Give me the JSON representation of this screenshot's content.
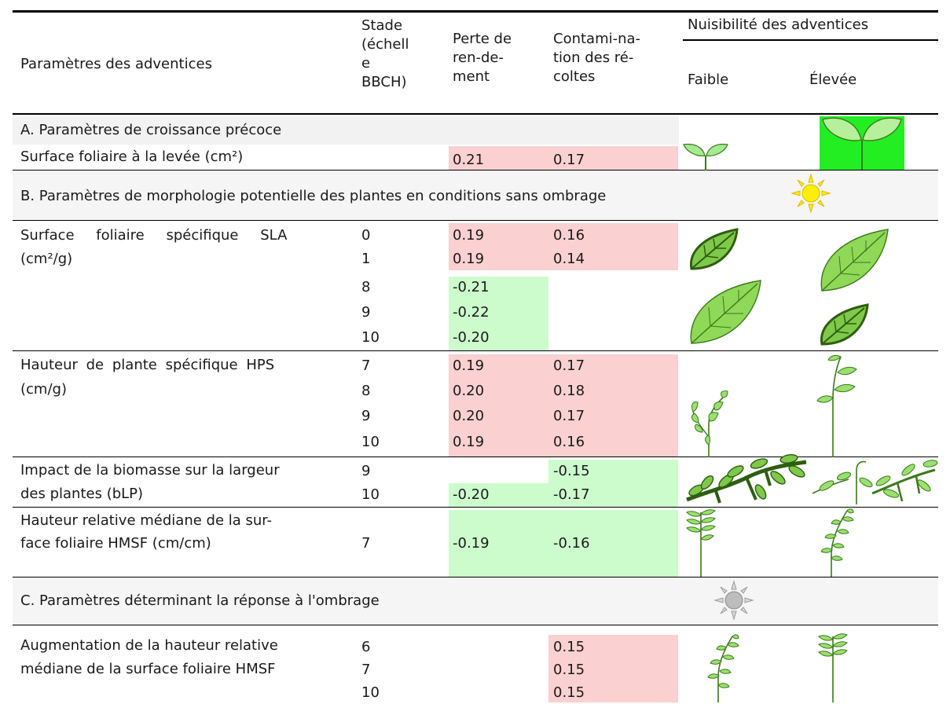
{
  "header": {
    "param_col": "Paramètres des adventices",
    "stage_col": [
      "Stade",
      "(échell",
      "e",
      "BBCH)"
    ],
    "yield_col": [
      "Perte de",
      "ren-de-",
      "ment"
    ],
    "contam_col": [
      "Contami-na-",
      "tion des ré-",
      "coltes"
    ],
    "harm_group": "Nuisibilité des adventices",
    "low": "Faible",
    "high": "Élevée"
  },
  "sectionA": {
    "title": "A. Paramètres de croissance précoce",
    "row": {
      "label": "Surface foliaire à la levée (cm²)",
      "yield": "0.21",
      "contam": "0.17"
    }
  },
  "sectionB": {
    "title": "B. Paramètres de morphologie potentielle des plantes en conditions sans ombrage",
    "sla": {
      "label1": "Surface foliaire spécifique SLA",
      "label2": "(cm²/g)",
      "rows": [
        {
          "stage": "0",
          "yield": "0.19",
          "contam": "0.16"
        },
        {
          "stage": "1",
          "yield": "0.19",
          "contam": "0.14"
        },
        {
          "stage": "8",
          "yield": "-0.21",
          "contam": ""
        },
        {
          "stage": "9",
          "yield": "-0.22",
          "contam": ""
        },
        {
          "stage": "10",
          "yield": "-0.20",
          "contam": ""
        }
      ]
    },
    "hps": {
      "label1": "Hauteur de plante spécifique HPS",
      "label2": "(cm/g)",
      "rows": [
        {
          "stage": "7",
          "yield": "0.19",
          "contam": "0.17"
        },
        {
          "stage": "8",
          "yield": "0.20",
          "contam": "0.18"
        },
        {
          "stage": "9",
          "yield": "0.20",
          "contam": "0.17"
        },
        {
          "stage": "10",
          "yield": "0.19",
          "contam": "0.16"
        }
      ]
    },
    "blp": {
      "label1": "Impact de la biomasse sur la largeur",
      "label2": "des plantes (bLP)",
      "rows": [
        {
          "stage": "9",
          "yield": "",
          "contam": "-0.15"
        },
        {
          "stage": "10",
          "yield": "-0.20",
          "contam": "-0.17"
        }
      ]
    },
    "hmsf": {
      "label1": "Hauteur relative médiane de la sur-",
      "label2": "face foliaire HMSF (cm/cm)",
      "stage": "7",
      "yield": "-0.19",
      "contam": "-0.16"
    }
  },
  "sectionC": {
    "title": "C. Paramètres déterminant la réponse à l'ombrage",
    "label1": "Augmentation de la hauteur relative",
    "label2": "médiane de la surface foliaire HMSF",
    "rows": [
      {
        "stage": "6",
        "contam": "0.15"
      },
      {
        "stage": "7",
        "contam": "0.15"
      },
      {
        "stage": "10",
        "contam": "0.15"
      }
    ]
  },
  "colors": {
    "positive": "#fbd0d0",
    "negative": "#ccfccc",
    "sun": "#ffee00",
    "shade_sun": "#bdbdbd",
    "leaf": "#8fd14f",
    "bright_green": "#22ee22"
  },
  "icons": [
    "seedling-icon",
    "sun-icon",
    "leaf-icon",
    "plant-icon",
    "vine-icon",
    "shade-sun-icon"
  ]
}
